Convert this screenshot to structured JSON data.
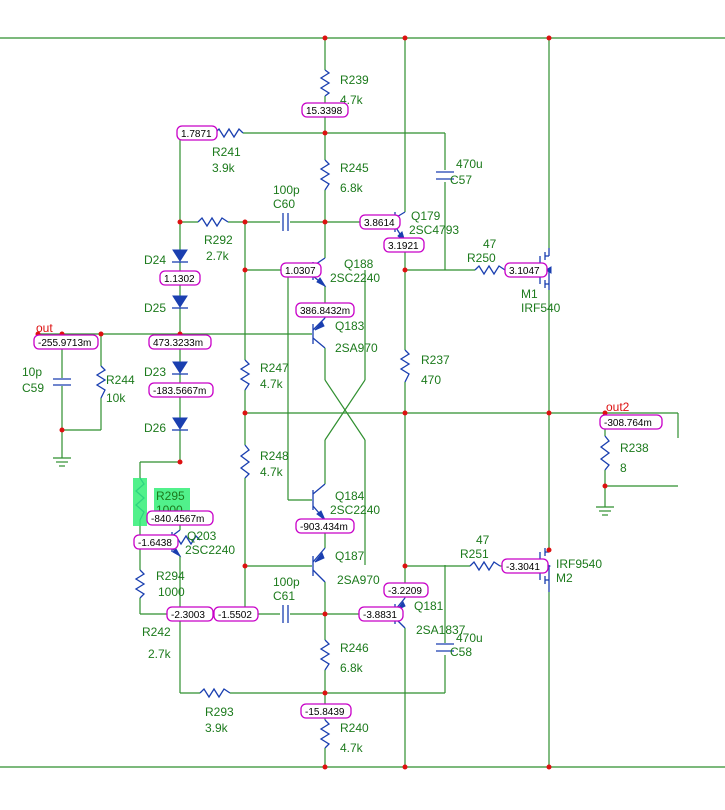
{
  "components": {
    "R239": {
      "ref": "R239",
      "val": "4.7k"
    },
    "R241": {
      "ref": "R241",
      "val": "3.9k"
    },
    "R245": {
      "ref": "R245",
      "val": "6.8k"
    },
    "C60": {
      "ref": "C60",
      "val": "100p"
    },
    "R292": {
      "ref": "R292",
      "val": "2.7k"
    },
    "Q179": {
      "ref": "Q179",
      "val": "2SC4793"
    },
    "C57": {
      "ref": "C57",
      "val": "470u"
    },
    "D24": {
      "ref": "D24"
    },
    "D25": {
      "ref": "D25"
    },
    "D23": {
      "ref": "D23"
    },
    "D26": {
      "ref": "D26"
    },
    "Q188": {
      "ref": "Q188",
      "val": "2SC2240"
    },
    "R250": {
      "ref": "R250",
      "val": "47"
    },
    "M1": {
      "ref": "M1",
      "val": "IRF540"
    },
    "Q183": {
      "ref": "Q183",
      "val": "2SA970"
    },
    "R237": {
      "ref": "R237",
      "val": "470"
    },
    "C59": {
      "ref": "C59",
      "val": "10p"
    },
    "R244": {
      "ref": "R244",
      "val": "10k"
    },
    "R247": {
      "ref": "R247",
      "val": "4.7k"
    },
    "R248": {
      "ref": "R248",
      "val": "4.7k"
    },
    "R238": {
      "ref": "R238",
      "val": "8"
    },
    "R295": {
      "ref": "R295",
      "val": "1000"
    },
    "Q184": {
      "ref": "Q184",
      "val": "2SC2240"
    },
    "Q203": {
      "ref": "Q203",
      "val": "2SC2240"
    },
    "Q187": {
      "ref": "Q187",
      "val": "2SA970"
    },
    "R251": {
      "ref": "R251",
      "val": "47"
    },
    "M2": {
      "ref": "M2",
      "val": "IRF9540"
    },
    "R294": {
      "ref": "R294",
      "val": "1000"
    },
    "C61": {
      "ref": "C61",
      "val": "100p"
    },
    "Q181": {
      "ref": "Q181",
      "val": "2SA1837"
    },
    "C58": {
      "ref": "C58",
      "val": "470u"
    },
    "R242": {
      "ref": "R242",
      "val": "2.7k"
    },
    "R246": {
      "ref": "R246",
      "val": "6.8k"
    },
    "R293": {
      "ref": "R293",
      "val": "3.9k"
    },
    "R240": {
      "ref": "R240",
      "val": "4.7k"
    }
  },
  "nets": {
    "out": "out",
    "out2": "out2"
  },
  "probes": {
    "p_r239": "15.3398",
    "p_r241": "1.7871",
    "p_q179b": "3.8614",
    "p_q179e": "3.1921",
    "p_d24": "1.1302",
    "p_q188b": "1.0307",
    "p_m1g": "3.1047",
    "p_q188e": "386.8432m",
    "p_out": "-255.9713m",
    "p_d25": "473.3233m",
    "p_d23": "-183.5667m",
    "p_out2": "-308.764m",
    "p_r295": "-840.4567m",
    "p_q184e": "-903.434m",
    "p_q203b": "-1.6438",
    "p_m2g": "-3.3041",
    "p_q181e": "-3.2209",
    "p_r242": "-2.3003",
    "p_c61": "-1.5502",
    "p_q181b": "-3.8831",
    "p_r240": "-15.8439"
  },
  "colors": {
    "wire": "#2f8f2f",
    "component": "#1a3fb0",
    "node": "#dd1111",
    "probe_border": "#c800c8",
    "label": "#1c7a1c",
    "highlight": "#33ee77"
  }
}
